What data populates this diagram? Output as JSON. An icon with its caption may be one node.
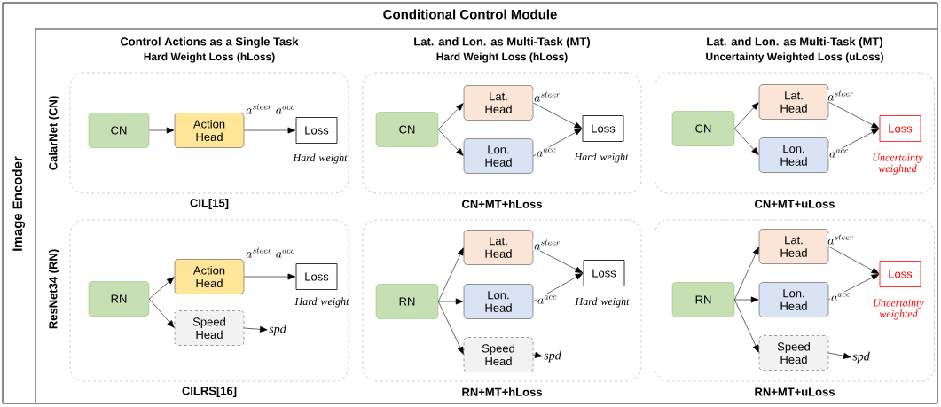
{
  "diagram": {
    "nodes": [
      {
        "text": [
          "Conditional Control Module",
          "Image Encoder"
        ]
      },
      {
        "text": [],
        "shape": "box",
        "in": 0,
        "beside": [
          "CIL[15]"
        ]
      },
      {
        "text": [
          "CN"
        ],
        "in": 1
      },
      {
        "text": [
          "Action Head"
        ],
        "in": 1
      },
      {
        "text": [
          "Loss"
        ],
        "in": 1,
        "beside": [
          "Hard weight"
        ]
      },
      {
        "text": [],
        "shape": "box",
        "in": 0,
        "beside": [
          "CN+MT+hLoss"
        ]
      },
      {
        "text": [
          "CN"
        ],
        "in": 5
      },
      {
        "text": [
          "Lat. Head"
        ],
        "in": 5
      },
      {
        "text": [
          "Lon. Head"
        ],
        "in": 5
      },
      {
        "text": [
          "Loss"
        ],
        "in": 5,
        "beside": [
          "Hard weight"
        ]
      },
      {
        "text": [],
        "shape": "box",
        "in": 0,
        "beside": [
          "CN+MT+uLoss"
        ]
      },
      {
        "text": [
          "CN"
        ],
        "in": 10
      },
      {
        "text": [
          "Lat. Head"
        ],
        "in": 10
      },
      {
        "text": [
          "Lon. Head"
        ],
        "in": 10
      },
      {
        "text": [
          "Loss"
        ],
        "in": 10,
        "beside": [
          "Uncertainty weighted"
        ]
      },
      {
        "text": [],
        "shape": "box",
        "in": 0,
        "beside": [
          "CILRS[16]"
        ]
      },
      {
        "text": [
          "RN"
        ],
        "in": 15
      },
      {
        "text": [
          "Action Head"
        ],
        "in": 15
      },
      {
        "text": [
          "Loss"
        ],
        "in": 15,
        "beside": [
          "Hard weight"
        ]
      },
      {
        "text": [
          "Speed Head"
        ],
        "in": 15
      },
      {
        "text": [
          "spd"
        ],
        "in": 15
      },
      {
        "text": [],
        "shape": "box",
        "in": 0,
        "beside": [
          "RN+MT+hLoss"
        ]
      },
      {
        "text": [
          "RN"
        ],
        "in": 21
      },
      {
        "text": [
          "Lat. Head"
        ],
        "in": 21
      },
      {
        "text": [
          "Lon. Head"
        ],
        "in": 21
      },
      {
        "text": [
          "Loss"
        ],
        "in": 21,
        "beside": [
          "Hard weight"
        ]
      },
      {
        "text": [
          "Speed Head"
        ],
        "in": 21
      },
      {
        "text": [
          "spd"
        ],
        "in": 21
      },
      {
        "text": [],
        "shape": "box",
        "in": 0,
        "beside": [
          "RN+MT+uLoss"
        ]
      },
      {
        "text": [
          "RN"
        ],
        "in": 28
      },
      {
        "text": [
          "Lat. Head"
        ],
        "in": 28
      },
      {
        "text": [
          "Lon. Head"
        ],
        "in": 28
      },
      {
        "text": [
          "Loss"
        ],
        "in": 28,
        "beside": [
          "Uncertainty weighted"
        ]
      },
      {
        "text": [
          "Speed Head"
        ],
        "in": 28
      },
      {
        "text": [
          "spd"
        ],
        "in": 28
      }
    ],
    "edges": [
      {
        "from": 2,
        "to": 3,
        "arrow": "to"
      },
      {
        "from": 3,
        "to": 4,
        "arrow": "to",
        "label": "a^{steer}\\; a^{acc}"
      },
      {
        "from": 6,
        "to": 7,
        "arrow": "to"
      },
      {
        "from": 6,
        "to": 8,
        "arrow": "to"
      },
      {
        "from": 7,
        "to": 9,
        "arrow": "to",
        "label": "a^{steer}"
      },
      {
        "from": 8,
        "to": 9,
        "arrow": "to",
        "label": "a^{acc}"
      },
      {
        "from": 11,
        "to": 12,
        "arrow": "to"
      },
      {
        "from": 11,
        "to": 13,
        "arrow": "to"
      },
      {
        "from": 12,
        "to": 14,
        "arrow": "to",
        "label": "a^{steer}"
      },
      {
        "from": 13,
        "to": 14,
        "arrow": "to",
        "label": "a^{acc}"
      },
      {
        "from": 16,
        "to": 17,
        "arrow": "to"
      },
      {
        "from": 16,
        "to": 19,
        "arrow": "to"
      },
      {
        "from": 17,
        "to": 18,
        "arrow": "to",
        "label": "a^{steer}\\; a^{acc}"
      },
      {
        "from": 19,
        "to": 20,
        "arrow": "to"
      },
      {
        "from": 22,
        "to": 23,
        "arrow": "to"
      },
      {
        "from": 22,
        "to": 24,
        "arrow": "to"
      },
      {
        "from": 22,
        "to": 26,
        "arrow": "to"
      },
      {
        "from": 23,
        "to": 25,
        "arrow": "to",
        "label": "a^{steer}"
      },
      {
        "from": 24,
        "to": 25,
        "arrow": "to",
        "label": "a^{acc}"
      },
      {
        "from": 26,
        "to": 27,
        "arrow": "to"
      },
      {
        "from": 29,
        "to": 30,
        "arrow": "to"
      },
      {
        "from": 29,
        "to": 31,
        "arrow": "to"
      },
      {
        "from": 29,
        "to": 33,
        "arrow": "to"
      },
      {
        "from": 30,
        "to": 32,
        "arrow": "to",
        "label": "a^{steer}"
      },
      {
        "from": 31,
        "to": 32,
        "arrow": "to",
        "label": "a^{acc}"
      },
      {
        "from": 33,
        "to": 34,
        "arrow": "to"
      }
    ],
    "labels": [
      "Control Actions as a Single Task",
      "Hard Weight Loss (hLoss)",
      "Lat. and Lon. as Multi-Task (MT)",
      "Hard Weight Loss (hLoss)",
      "Lat. and Lon. as Multi-Task (MT)",
      "Uncertainty Weighted Loss (uLoss)",
      "CalarNet (CN)",
      "ResNet34 (RN)"
    ]
  }
}
